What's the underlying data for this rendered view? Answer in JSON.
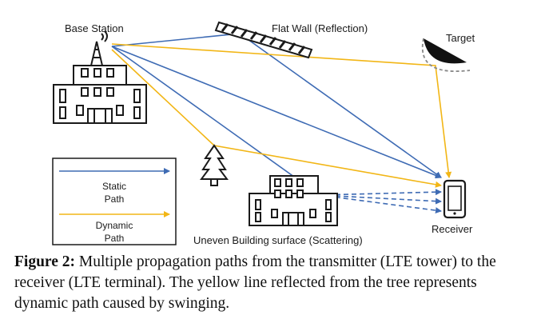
{
  "labels": {
    "base_station": "Base Station",
    "flat_wall": "Flat Wall (Reflection)",
    "target": "Target",
    "receiver": "Receiver",
    "building_surface": "Uneven Building surface (Scattering)"
  },
  "legend": {
    "static_line1": "Static",
    "static_line2": "Path",
    "dynamic_line1": "Dynamic",
    "dynamic_line2": "Path"
  },
  "caption": {
    "number": "Figure 2:",
    "text": " Multiple propagation paths from the transmitter (LTE tower) to the receiver (LTE terminal). The yellow line reflected from the tree represents dynamic path caused by swinging."
  },
  "colors": {
    "static": "#3e6bb4",
    "dynamic": "#f2b616",
    "outline": "#1a1a1a"
  }
}
